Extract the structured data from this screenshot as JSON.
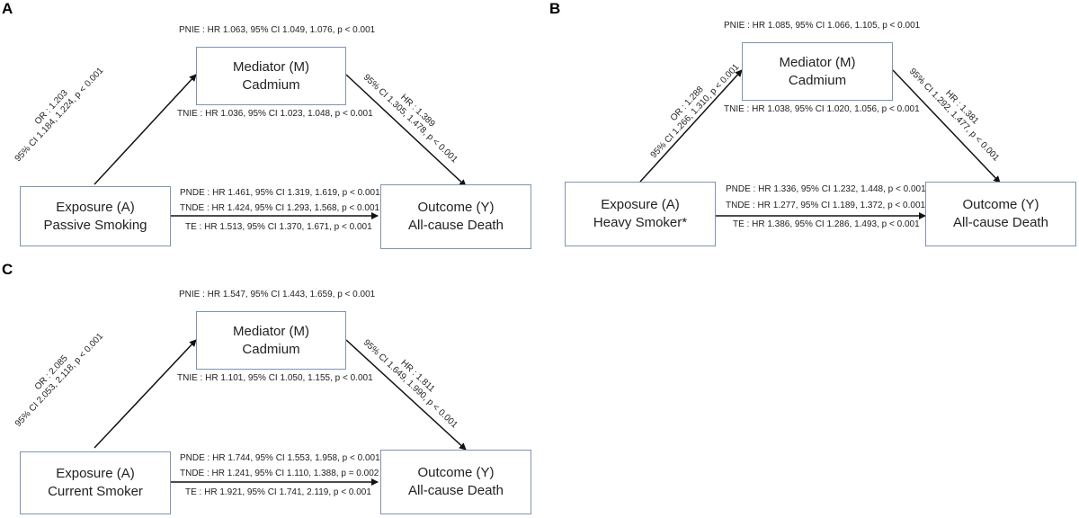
{
  "panels": [
    {
      "letter": "A",
      "mediator": {
        "line1": "Mediator (M)",
        "line2": "Cadmium"
      },
      "exposure": {
        "line1": "Exposure (A)",
        "line2": "Passive Smoking"
      },
      "outcome": {
        "line1": "Outcome (Y)",
        "line2": "All-cause Death"
      },
      "pnie": "PNIE : HR 1.063, 95% CI 1.049, 1.076, p < 0.001",
      "tnie": "TNIE : HR 1.036, 95% CI 1.023, 1.048, p < 0.001",
      "pnde": "PNDE : HR 1.461, 95% CI 1.319, 1.619, p < 0.001",
      "tnde": "TNDE : HR 1.424, 95% CI 1.293, 1.568, p < 0.001",
      "te": "TE : HR 1.513, 95% CI 1.370, 1.671, p < 0.001",
      "a_path": {
        "line1": "OR : 1.203",
        "line2": "95% CI 1.184, 1.224, p < 0.001"
      },
      "b_path": {
        "line1": "HR : 1.389",
        "line2": "95% CI 1.305, 1.478, p < 0.001"
      }
    },
    {
      "letter": "B",
      "mediator": {
        "line1": "Mediator (M)",
        "line2": "Cadmium"
      },
      "exposure": {
        "line1": "Exposure (A)",
        "line2": "Heavy Smoker*"
      },
      "outcome": {
        "line1": "Outcome (Y)",
        "line2": "All-cause Death"
      },
      "pnie": "PNIE : HR 1.085, 95% CI 1.066, 1.105, p < 0.001",
      "tnie": "TNIE : HR 1.038, 95% CI 1.020, 1.056, p < 0.001",
      "pnde": "PNDE : HR 1.336, 95% CI 1.232, 1.448, p < 0.001",
      "tnde": "TNDE : HR 1.277, 95% CI 1.189, 1.372, p < 0.001",
      "te": "TE : HR 1.386, 95% CI 1.286, 1.493, p < 0.001",
      "a_path": {
        "line1": "OR : 1.288",
        "line2": "95% CI 1.266, 1.310, p < 0.001"
      },
      "b_path": {
        "line1": "HR : 1.381",
        "line2": "95% CI 1.292, 1.477, p < 0.001"
      }
    },
    {
      "letter": "C",
      "mediator": {
        "line1": "Mediator (M)",
        "line2": "Cadmium"
      },
      "exposure": {
        "line1": "Exposure (A)",
        "line2": "Current Smoker"
      },
      "outcome": {
        "line1": "Outcome (Y)",
        "line2": "All-cause Death"
      },
      "pnie": "PNIE : HR 1.547, 95% CI 1.443, 1.659, p < 0.001",
      "tnie": "TNIE : HR 1.101, 95% CI 1.050, 1.155, p < 0.001",
      "pnde": "PNDE : HR 1.744, 95% CI 1.553, 1.958, p < 0.001",
      "tnde": "TNDE : HR 1.241, 95% CI 1.110, 1.388, p = 0.002",
      "te": "TE : HR 1.921, 95% CI 1.741, 2.119, p < 0.001",
      "a_path": {
        "line1": "OR : 2.085",
        "line2": "95% CI 2.053, 2.118, p < 0.001"
      },
      "b_path": {
        "line1": "HR : 1.811",
        "line2": "95% CI 1.649, 1.990, p < 0.001"
      }
    }
  ]
}
